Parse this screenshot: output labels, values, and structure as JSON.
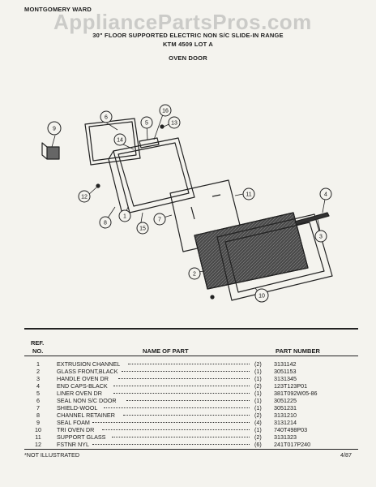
{
  "watermark": "AppliancePartsPros.com",
  "header": {
    "brand": "MONTGOMERY WARD",
    "title": "30\" FLOOR SUPPORTED ELECTRIC NON S/C SLIDE-IN RANGE",
    "model": "KTM 4509 LOT A",
    "section": "OVEN DOOR"
  },
  "callouts": [
    "1",
    "2",
    "3",
    "4",
    "5",
    "6",
    "7",
    "8",
    "9",
    "10",
    "11",
    "12",
    "13",
    "14",
    "15",
    "16"
  ],
  "table": {
    "ref_header": "REF.",
    "no_header": "NO.",
    "name_header": "NAME OF PART",
    "part_header": "PART NUMBER",
    "rows": [
      {
        "no": "1",
        "name": "EXTRUSION CHANNEL",
        "qty": "(2)",
        "part": "3131142"
      },
      {
        "no": "2",
        "name": "GLASS FRONT,BLACK",
        "qty": "(1)",
        "part": "3051153"
      },
      {
        "no": "3",
        "name": "HANDLE OVEN DR",
        "qty": "(1)",
        "part": "3131345"
      },
      {
        "no": "4",
        "name": "END CAPS-BLACK",
        "qty": "(2)",
        "part": "123T123P01"
      },
      {
        "no": "5",
        "name": "LINER OVEN DR",
        "qty": "(1)",
        "part": "381T092W05-86"
      },
      {
        "no": "6",
        "name": "SEAL NON S/C DOOR",
        "qty": "(1)",
        "part": "3051225"
      },
      {
        "no": "7",
        "name": "SHIELD-WOOL",
        "qty": "(1)",
        "part": "3051231"
      },
      {
        "no": "8",
        "name": "CHANNEL RETAINER",
        "qty": "(2)",
        "part": "3131210"
      },
      {
        "no": "9",
        "name": "SEAL FOAM",
        "qty": "(4)",
        "part": "3131214"
      },
      {
        "no": "10",
        "name": "TRI OVEN DR",
        "qty": "(1)",
        "part": "740T498P03"
      },
      {
        "no": "11",
        "name": "SUPPORT GLASS",
        "qty": "(2)",
        "part": "3131323"
      },
      {
        "no": "12",
        "name": "FSTNR NYL",
        "qty": "(6)",
        "part": "241T017P240"
      }
    ]
  },
  "footer": {
    "note": "*NOT ILLUSTRATED",
    "date": "4/87"
  }
}
